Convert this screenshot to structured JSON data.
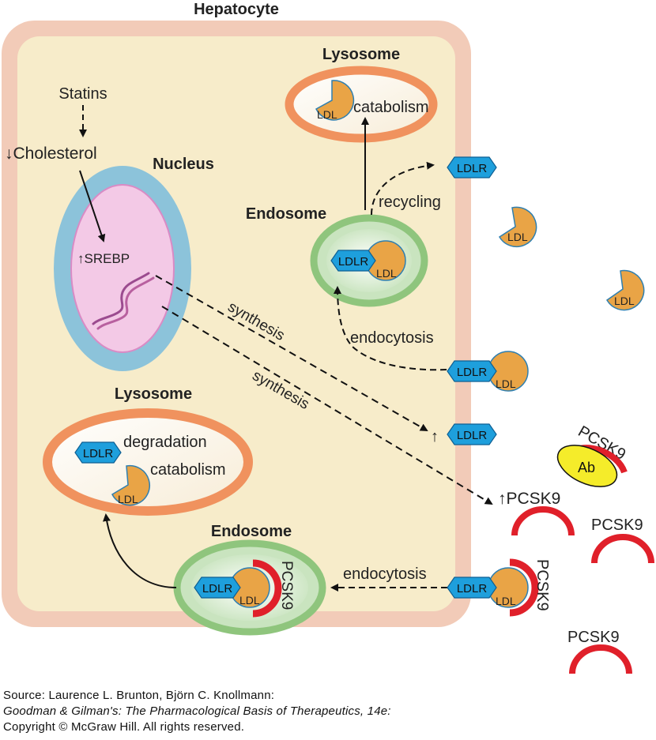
{
  "title": "Hepatocyte",
  "labels": {
    "statins": "Statins",
    "cholesterol": "↓Cholesterol",
    "nucleus": "Nucleus",
    "srebp": "↑SREBP",
    "lysosome_top": "Lysosome",
    "lysosome_bottom": "Lysosome",
    "endosome_top": "Endosome",
    "endosome_bottom": "Endosome",
    "catabolism_top": "catabolism",
    "catabolism_bottom": "catabolism",
    "degradation": "degradation",
    "recycling": "recycling",
    "endocytosis_top": "endocytosis",
    "endocytosis_bottom": "endocytosis",
    "synthesis_1": "synthesis",
    "synthesis_2": "synthesis",
    "ldlr_up": "↑",
    "pcsk9_up": "↑PCSK9",
    "pcsk9_ab": "PCSK9",
    "ab": "Ab",
    "pcsk9_free_1": "PCSK9",
    "pcsk9_free_2": "PCSK9",
    "pcsk9_bound_surface": "PCSK9",
    "pcsk9_bound_endosome": "PCSK9",
    "ldlr": "LDLR",
    "ldl": "LDL"
  },
  "source": {
    "line1": "Source: Laurence L. Brunton, Björn C. Knollmann:",
    "line2": "Goodman & Gilman's: The Pharmacological Basis of Therapeutics, 14e:",
    "line3": "Copyright © McGraw Hill. All rights reserved."
  },
  "colors": {
    "cell_fill": "#f7ecca",
    "cell_border": "#f2cbb8",
    "nucleus_outer": "#8cc3da",
    "nucleus_inner": "#f3c9e6",
    "lysosome_ring": "#f0925e",
    "endosome_ring": "#8fc57d",
    "ldlr_fill": "#1e9fdc",
    "ldl_fill": "#e9a446",
    "pcsk9_red": "#e0202a",
    "antibody_yellow": "#f5ec2a"
  }
}
